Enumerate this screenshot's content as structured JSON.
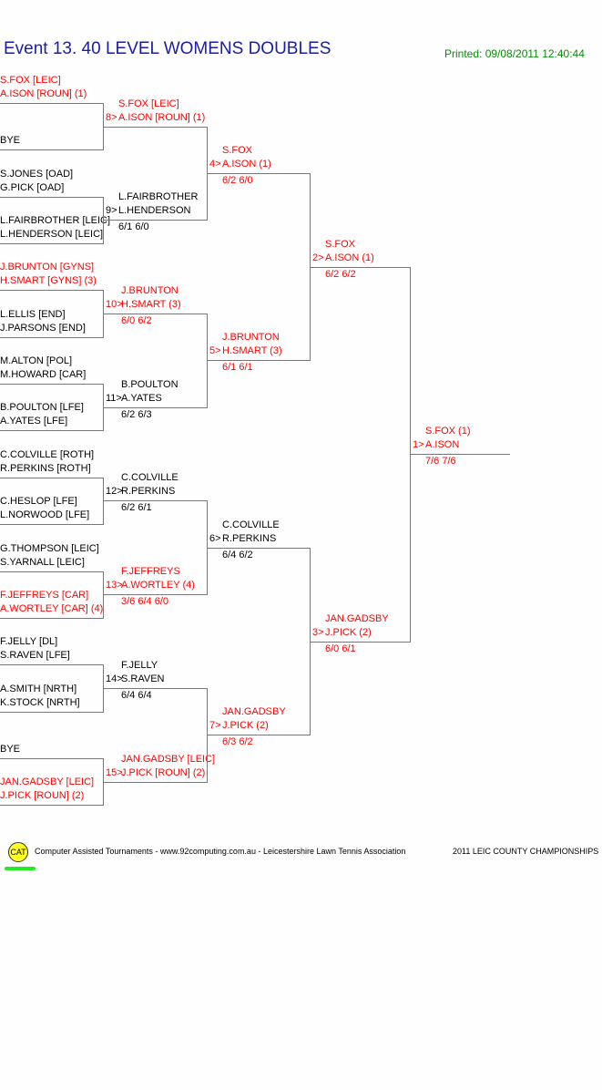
{
  "header": {
    "title": "Event 13. 40 LEVEL WOMENS DOUBLES",
    "printed": "Printed: 09/08/2011 12:40:44"
  },
  "colors": {
    "seeded": "#ff0000",
    "normal": "#000000"
  },
  "round1": [
    {
      "lines": [
        "S.FOX [LEIC]",
        "A.ISON [ROUN] (1)"
      ],
      "red": true
    },
    {
      "lines": [
        "BYE"
      ],
      "red": false
    },
    {
      "lines": [
        "S.JONES [OAD]",
        "G.PICK [OAD]"
      ],
      "red": false
    },
    {
      "lines": [
        "L.FAIRBROTHER [LEIC]",
        "L.HENDERSON [LEIC]"
      ],
      "red": false
    },
    {
      "lines": [
        "J.BRUNTON [GYNS]",
        "H.SMART [GYNS] (3)"
      ],
      "red": true
    },
    {
      "lines": [
        "L.ELLIS [END]",
        "J.PARSONS [END]"
      ],
      "red": false
    },
    {
      "lines": [
        "M.ALTON [POL]",
        "M.HOWARD [CAR]"
      ],
      "red": false
    },
    {
      "lines": [
        "B.POULTON [LFE]",
        "A.YATES [LFE]"
      ],
      "red": false
    },
    {
      "lines": [
        "C.COLVILLE [ROTH]",
        "R.PERKINS [ROTH]"
      ],
      "red": false
    },
    {
      "lines": [
        "C.HESLOP [LFE]",
        "L.NORWOOD [LFE]"
      ],
      "red": false
    },
    {
      "lines": [
        "G.THOMPSON [LEIC]",
        "S.YARNALL [LEIC]"
      ],
      "red": false
    },
    {
      "lines": [
        "F.JEFFREYS [CAR]",
        "A.WORTLEY [CAR] (4)"
      ],
      "red": true
    },
    {
      "lines": [
        "F.JELLY [DL]",
        "S.RAVEN [LFE]"
      ],
      "red": false
    },
    {
      "lines": [
        "A.SMITH [NRTH]",
        "K.STOCK [NRTH]"
      ],
      "red": false
    },
    {
      "lines": [
        "BYE"
      ],
      "red": false
    },
    {
      "lines": [
        "JAN.GADSBY [LEIC]",
        "J.PICK [ROUN] (2)"
      ],
      "red": true
    }
  ],
  "round2": [
    {
      "line1": "S.FOX [LEIC]",
      "num": "8>",
      "line2": "A.ISON [ROUN] (1)",
      "score": "",
      "red": true
    },
    {
      "line1": "L.FAIRBROTHER",
      "num": "9>",
      "line2": "L.HENDERSON",
      "score": "6/1 6/0",
      "red": false
    },
    {
      "line1": "J.BRUNTON",
      "num": "10>",
      "line2": "H.SMART (3)",
      "score": "6/0 6/2",
      "red": true
    },
    {
      "line1": "B.POULTON",
      "num": "11>",
      "line2": "A.YATES",
      "score": "6/2 6/3",
      "red": false
    },
    {
      "line1": "C.COLVILLE",
      "num": "12>",
      "line2": "R.PERKINS",
      "score": "6/2 6/1",
      "red": false
    },
    {
      "line1": "F.JEFFREYS",
      "num": "13>",
      "line2": "A.WORTLEY (4)",
      "score": "3/6 6/4 6/0",
      "red": true
    },
    {
      "line1": "F.JELLY",
      "num": "14>",
      "line2": "S.RAVEN",
      "score": "6/4 6/4",
      "red": false
    },
    {
      "line1": "JAN.GADSBY [LEIC]",
      "num": "15>",
      "line2": "J.PICK [ROUN] (2)",
      "score": "",
      "red": true
    }
  ],
  "round3": [
    {
      "line1": "S.FOX",
      "num": "4>",
      "line2": "A.ISON (1)",
      "score": "6/2 6/0",
      "red": true
    },
    {
      "line1": "J.BRUNTON",
      "num": "5>",
      "line2": "H.SMART (3)",
      "score": "6/1 6/1",
      "red": true
    },
    {
      "line1": "C.COLVILLE",
      "num": "6>",
      "line2": "R.PERKINS",
      "score": "6/4 6/2",
      "red": false
    },
    {
      "line1": "JAN.GADSBY",
      "num": "7>",
      "line2": "J.PICK (2)",
      "score": "6/3 6/2",
      "red": true
    }
  ],
  "round4": [
    {
      "line1": "S.FOX",
      "num": "2>",
      "line2": "A.ISON (1)",
      "score": "6/2 6/2",
      "red": true
    },
    {
      "line1": "JAN.GADSBY",
      "num": "3>",
      "line2": "J.PICK (2)",
      "score": "6/0 6/1",
      "red": true
    }
  ],
  "final": [
    {
      "line1": "S.FOX (1)",
      "num": "1>",
      "line2": "A.ISON",
      "score": "7/6 7/6",
      "red": true
    }
  ],
  "footer": {
    "logo": "CAT",
    "credit": "Computer Assisted Tournaments - www.92computing.com.au -  Leicestershire Lawn Tennis Association",
    "event": "2011 LEIC COUNTY CHAMPIONSHIPS"
  }
}
